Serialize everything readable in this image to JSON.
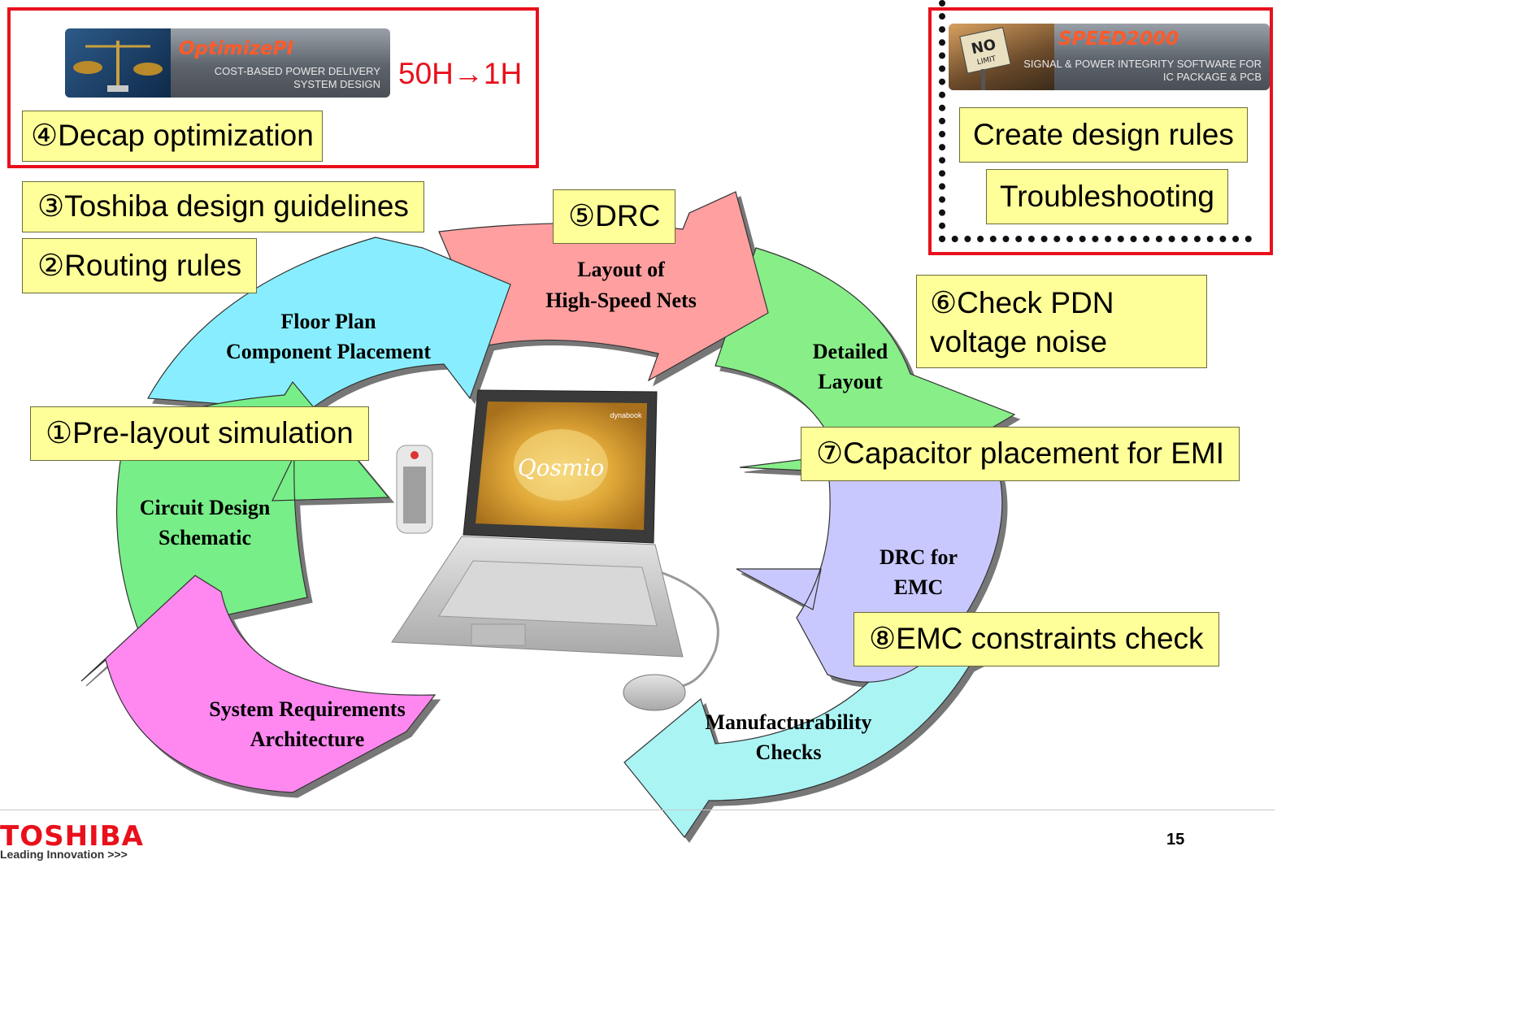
{
  "steps": {
    "system": [
      "System Requirements",
      "Architecture"
    ],
    "circuit": [
      "Circuit Design",
      "Schematic"
    ],
    "floorplan": [
      "Floor Plan",
      "Component Placement"
    ],
    "highspeed": [
      "Layout of",
      "High-Speed Nets"
    ],
    "detailed": [
      "Detailed",
      "Layout"
    ],
    "drc_emc": [
      "DRC for",
      "EMC"
    ],
    "manufacturability": [
      "Manufacturability",
      "Checks"
    ]
  },
  "notes": {
    "prelayout": "①Pre-layout simulation",
    "routing": "②Routing rules",
    "guidelines": "③Toshiba design guidelines",
    "decap": "④Decap optimization",
    "drc": "⑤DRC",
    "pdn_line1": "⑥Check PDN",
    "pdn_line2": "voltage noise",
    "capacitor": "⑦Capacitor placement for EMI",
    "emc": "⑧EMC constraints check",
    "create_rules": "Create design rules",
    "troubleshooting": "Troubleshooting"
  },
  "optimizepi": {
    "brand": "OptimizePI",
    "tagline_1": "COST-BASED POWER DELIVERY",
    "tagline_2": "SYSTEM DESIGN",
    "speedup": "50H→1H"
  },
  "speed2000": {
    "brand": "SPEED2000",
    "sign_1": "NO",
    "sign_2": "LIMIT",
    "tagline_1": "SIGNAL & POWER INTEGRITY SOFTWARE FOR",
    "tagline_2": "IC PACKAGE & PCB"
  },
  "laptop": {
    "screen_brand": "Qosmio",
    "tag": "dynabook"
  },
  "footer": {
    "logo": "TOSHIBA",
    "slogan": "Leading Innovation >>>",
    "page": "15"
  },
  "colors": {
    "system": "#ff88f0",
    "circuit": "#77ee88",
    "floorplan": "#88eeff",
    "highspeed": "#ff9f9f",
    "detailed": "#88ee88",
    "drc_emc": "#c8c8ff",
    "manufacturability": "#aaf4f4",
    "note_bg": "#ffff99",
    "frame_red": "#e8101c"
  }
}
